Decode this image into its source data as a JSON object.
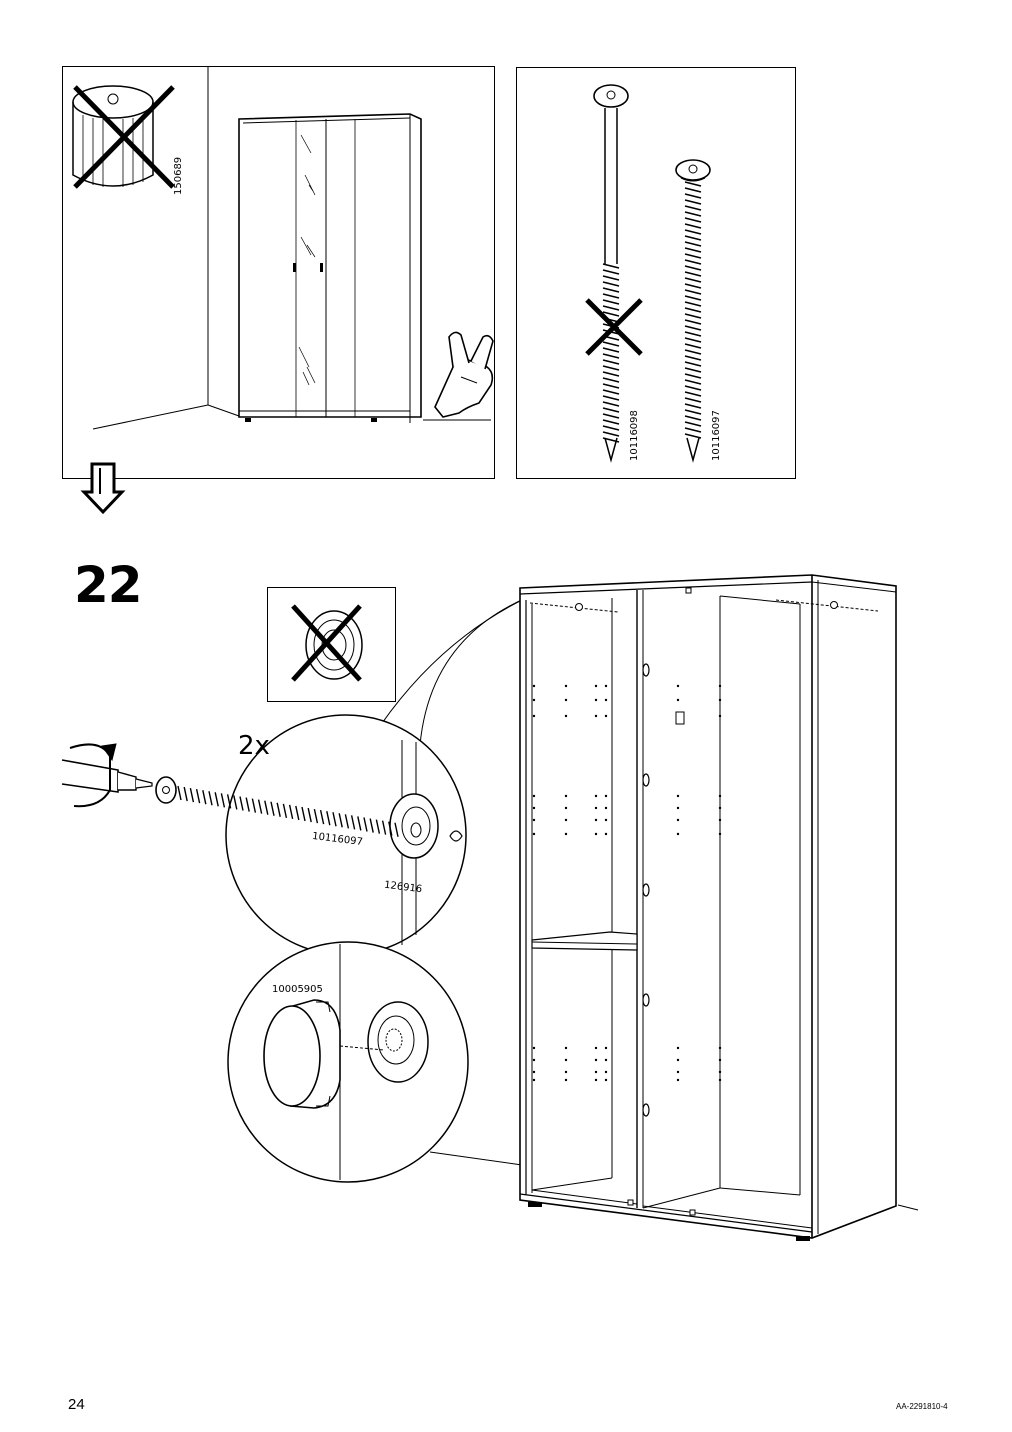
{
  "step": {
    "number": "22",
    "quantity": "2x"
  },
  "top_left_panel": {
    "part_label": "150689"
  },
  "screws_panel": {
    "wrong_screw": "10116098",
    "right_screw": "10116097"
  },
  "detail": {
    "screw_label": "10116097",
    "washer_label": "126916",
    "cap_label": "10005905"
  },
  "footer": {
    "page_number": "24",
    "doc_id": "AA-2291810-4"
  }
}
